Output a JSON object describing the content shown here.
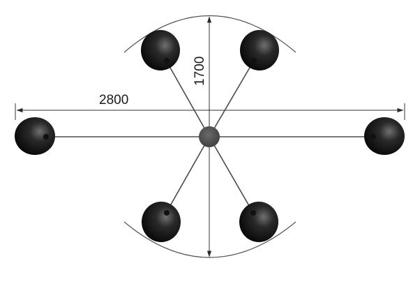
{
  "dimensions": {
    "width_label": "2800",
    "height_label": "1700"
  },
  "colors": {
    "line": "#4a4a4a",
    "hub": "#4b4b4b",
    "shade_dark": "#050505",
    "shade_light": "#6a6a6a"
  },
  "arms": [
    {
      "name": "arm-top-left",
      "end_name": "shade-top-left"
    },
    {
      "name": "arm-top-right",
      "end_name": "shade-top-right"
    },
    {
      "name": "arm-left",
      "end_name": "shade-left"
    },
    {
      "name": "arm-right",
      "end_name": "shade-right"
    },
    {
      "name": "arm-bottom-left",
      "end_name": "shade-bottom-left"
    },
    {
      "name": "arm-bottom-right",
      "end_name": "shade-bottom-right"
    }
  ]
}
